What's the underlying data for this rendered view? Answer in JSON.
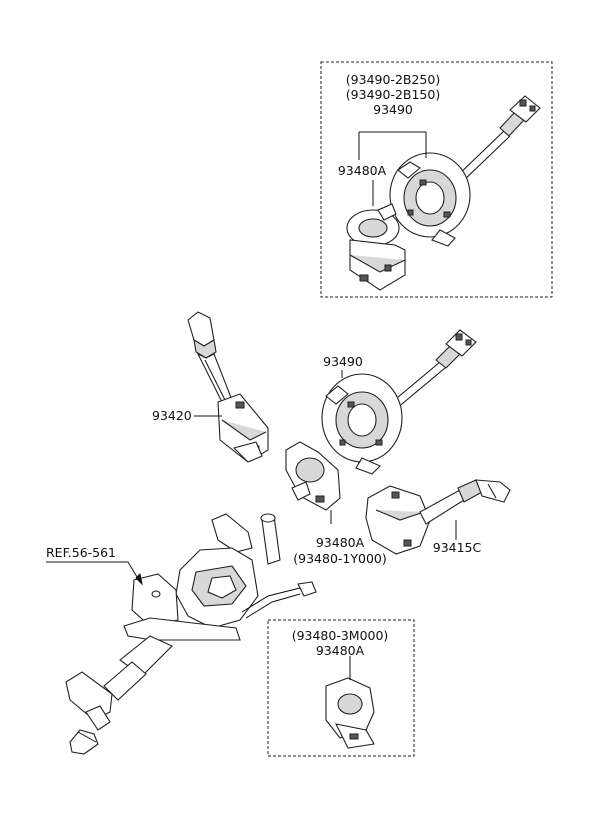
{
  "labels": {
    "kit_alt1": "(93490-2B250)",
    "kit_alt2": "(93490-2B150)",
    "kit_main": "93490",
    "kit_part": "93480A",
    "clock_spring": "93490",
    "light_switch": "93420",
    "lower_part": "93480A",
    "lower_part_alt": "(93480-1Y000)",
    "wiper_switch": "93415C",
    "ref": "REF.56-561",
    "bottom_alt": "(93480-3M000)",
    "bottom_part": "93480A"
  }
}
